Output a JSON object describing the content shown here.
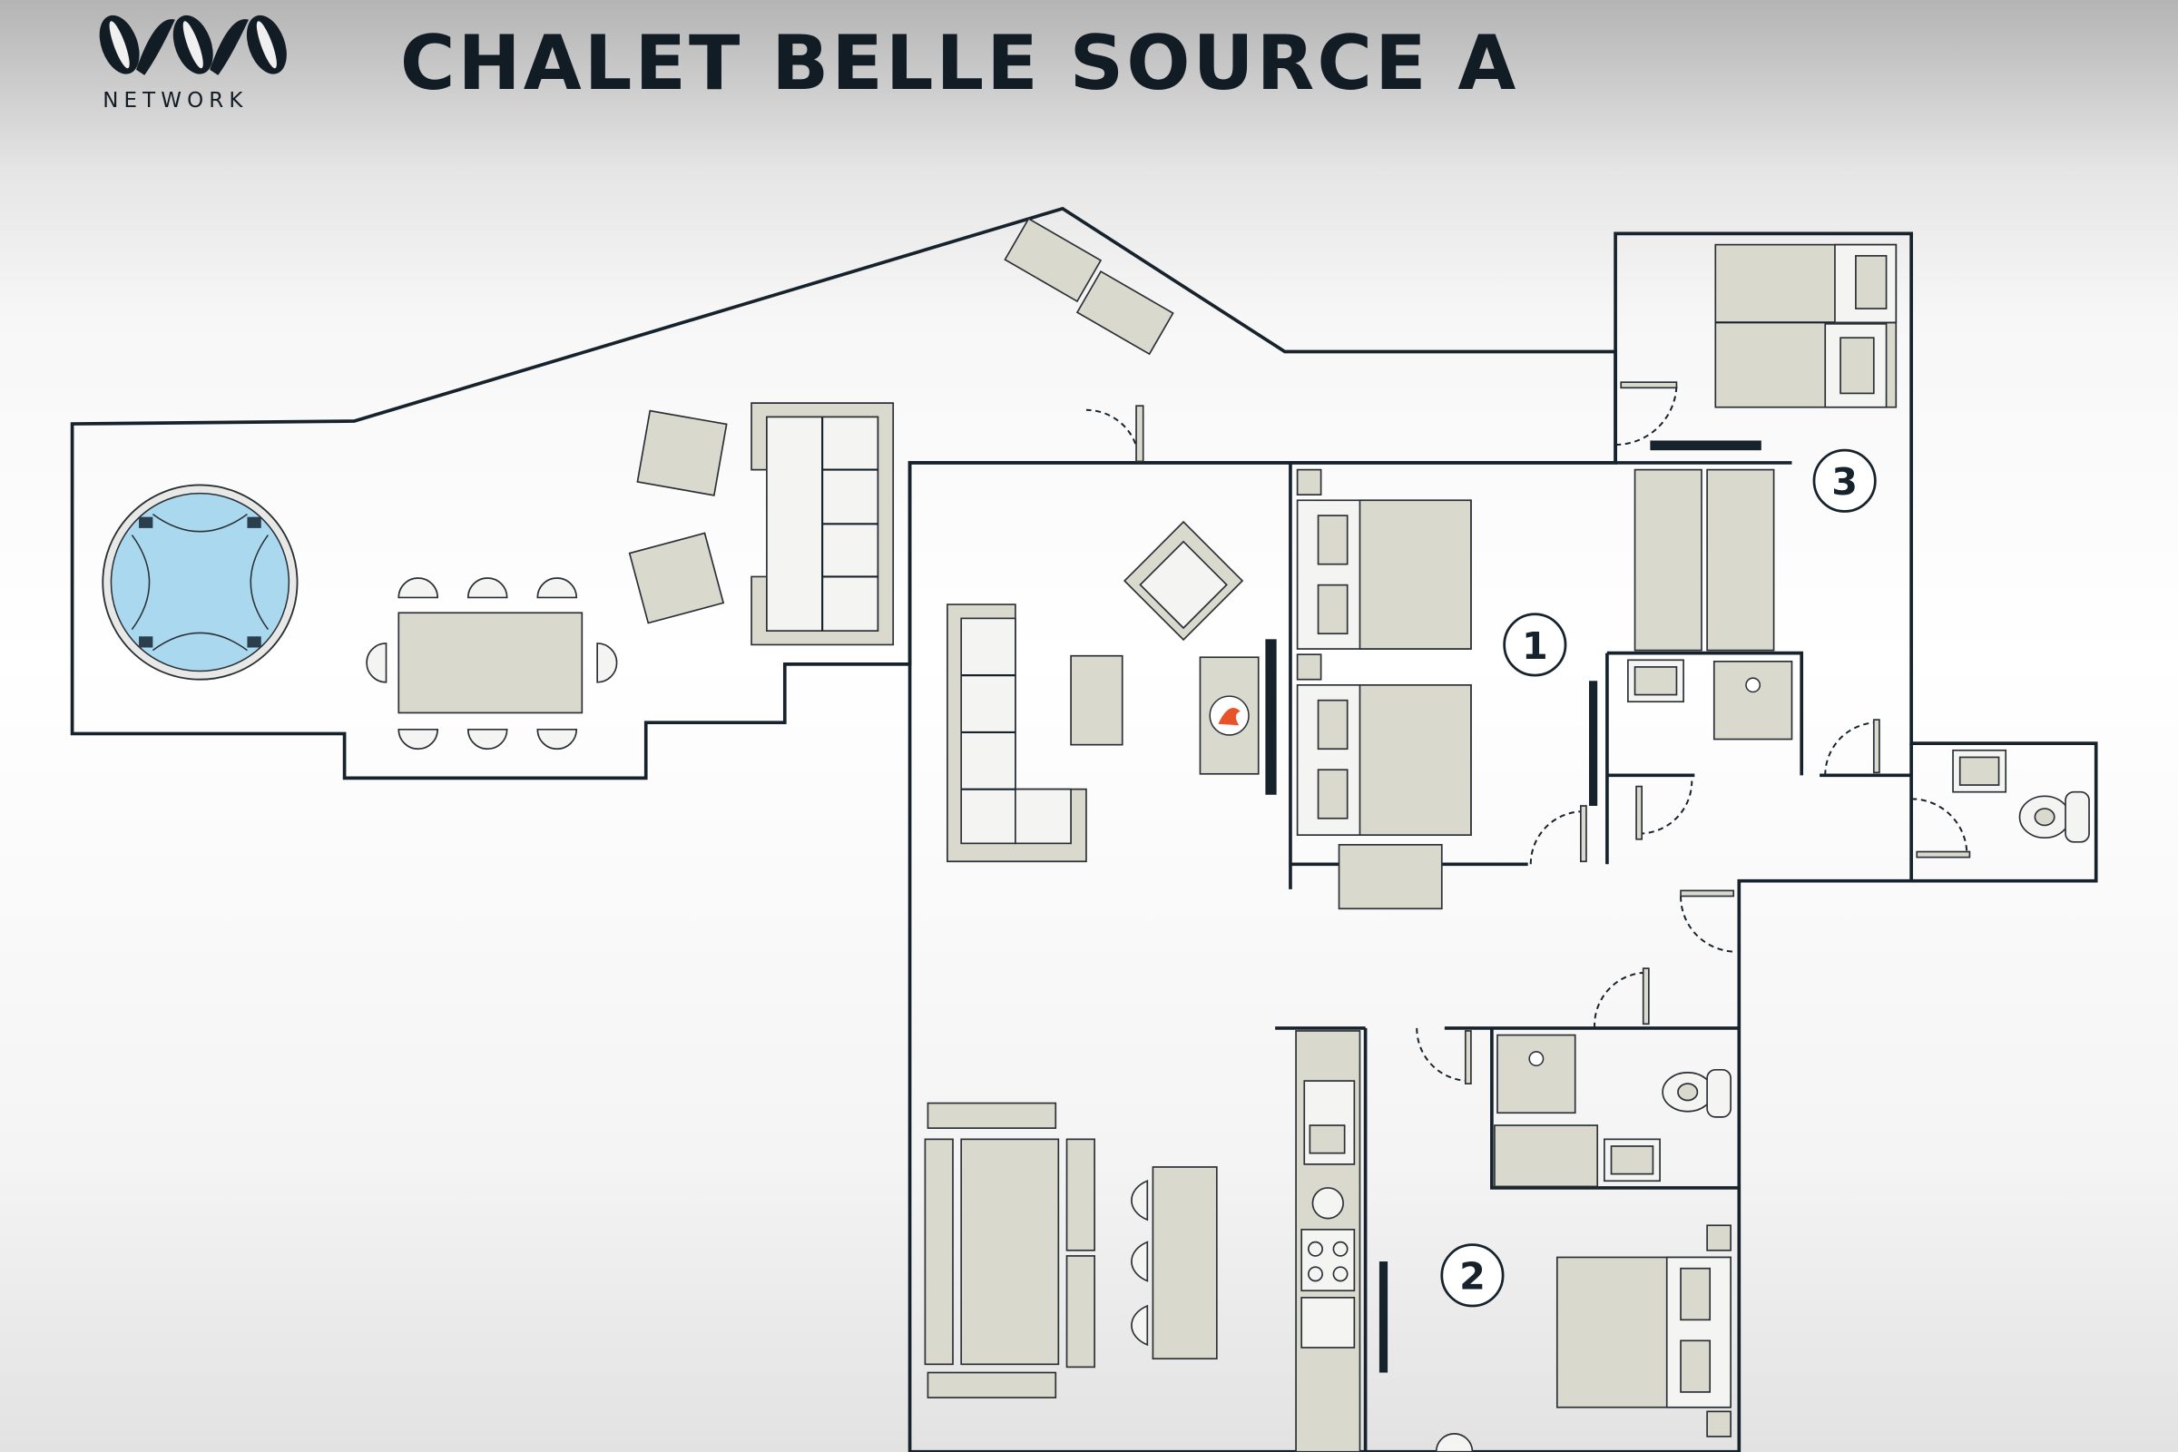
{
  "header": {
    "logo_text": "OVO",
    "logo_subtitle": "NETWORK",
    "title": "CHALET BELLE SOURCE A"
  },
  "rooms": [
    {
      "label": "1"
    },
    {
      "label": "2"
    },
    {
      "label": "3"
    }
  ],
  "colors": {
    "wall": "#17232c",
    "furniture": "#d9dacd",
    "hot_tub_water": "#a9d8ef",
    "fireplace_flame": "#e8542a",
    "terrace": "#f2f2f2"
  }
}
